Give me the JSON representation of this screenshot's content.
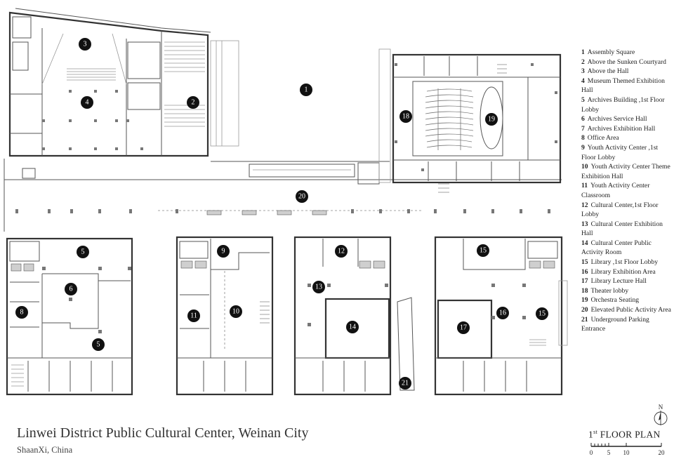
{
  "project": {
    "title": "Linwei District Public Cultural Center, Weinan City",
    "subtitle": "ShaanXi, China"
  },
  "plan": {
    "floor_number": "1",
    "floor_suffix": "st",
    "floor_text": "FLOOR PLAN",
    "north_label": "N",
    "scale_ticks": [
      "0",
      "5",
      "10",
      "20"
    ]
  },
  "legend": [
    {
      "num": "1",
      "label": "Assembly Square"
    },
    {
      "num": "2",
      "label": "Above the Sunken Courtyard"
    },
    {
      "num": "3",
      "label": "Above the Hall"
    },
    {
      "num": "4",
      "label": "Museum Themed Exhibition Hall"
    },
    {
      "num": "5",
      "label": "Archives Building ,1st Floor Lobby"
    },
    {
      "num": "6",
      "label": "Archives Service Hall"
    },
    {
      "num": "7",
      "label": "Archives Exhibition Hall"
    },
    {
      "num": "8",
      "label": "Office Area"
    },
    {
      "num": "9",
      "label": "Youth Activity Center ,1st Floor Lobby"
    },
    {
      "num": "10",
      "label": "Youth Activity Center Theme Exhibition Hall"
    },
    {
      "num": "11",
      "label": "Youth Activity Center Classroom"
    },
    {
      "num": "12",
      "label": "Cultural Center,1st Floor Lobby"
    },
    {
      "num": "13",
      "label": "Cultural Center Exhibition Hall"
    },
    {
      "num": "14",
      "label": "Cultural Center Public Activity Room"
    },
    {
      "num": "15",
      "label": "Library ,1st Floor Lobby"
    },
    {
      "num": "16",
      "label": "Library Exhibition Area"
    },
    {
      "num": "17",
      "label": "Library Lecture Hall"
    },
    {
      "num": "18",
      "label": "Theater lobby"
    },
    {
      "num": "19",
      "label": "Orchestra Seating"
    },
    {
      "num": "20",
      "label": "Elevated Public Activity Area"
    },
    {
      "num": "21",
      "label": "Underground Parking Entrance"
    }
  ],
  "markers": [
    "1",
    "2",
    "3",
    "4",
    "5",
    "5",
    "6",
    "8",
    "9",
    "10",
    "11",
    "12",
    "13",
    "14",
    "15",
    "15",
    "16",
    "17",
    "18",
    "19",
    "20",
    "21"
  ]
}
